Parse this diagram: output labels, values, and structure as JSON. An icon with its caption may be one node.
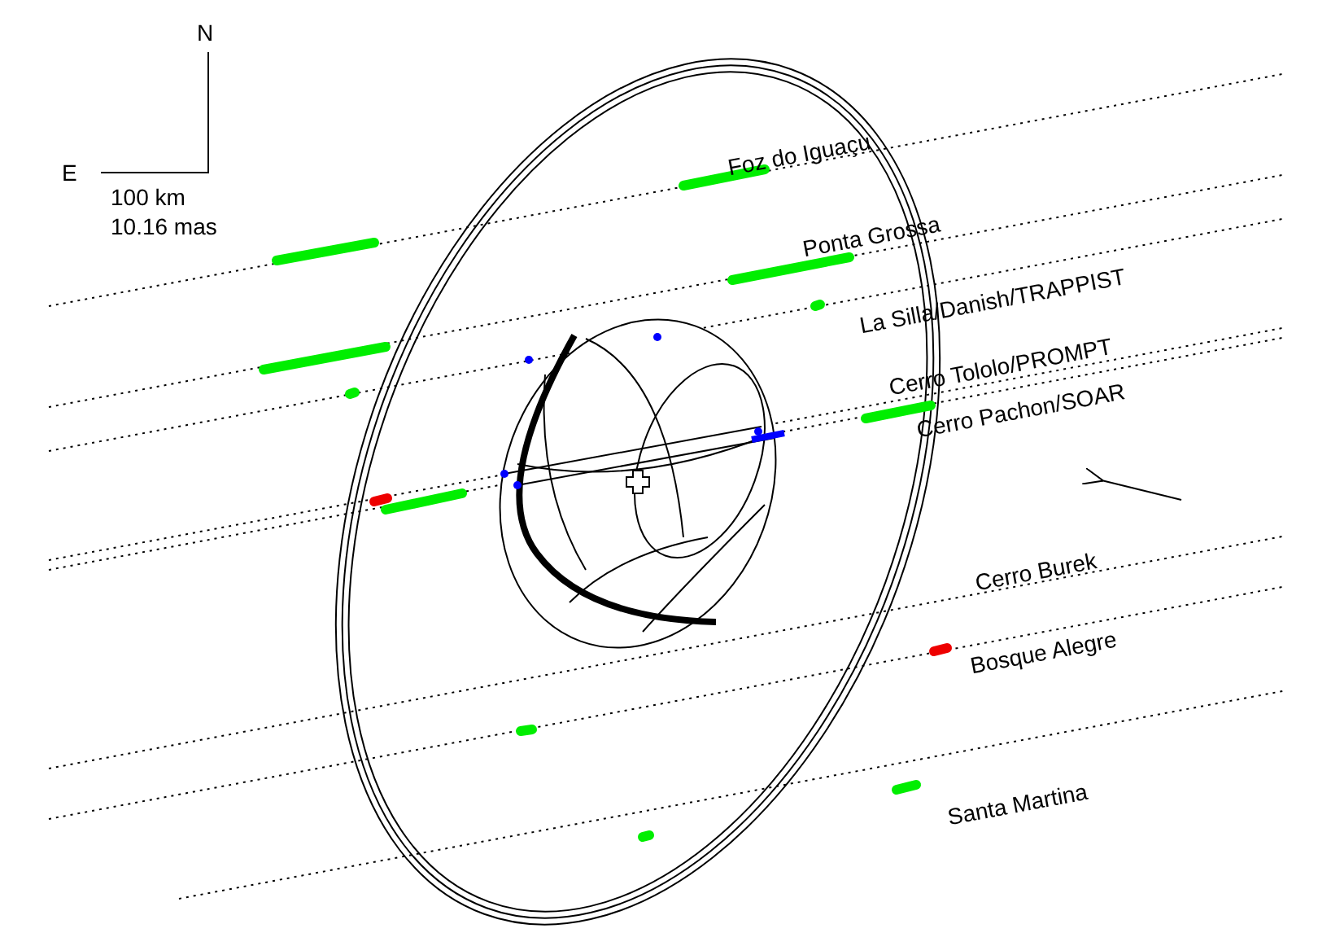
{
  "diagram": {
    "labels": [
      "N",
      "E",
      "100 km",
      "10.16 mas",
      "Foz do Iguaçu",
      "Ponta Grossa",
      "La Silla/Danish/TRAPPIST",
      "Cerro Tololo/PROMPT",
      "Cerro Pachon/SOAR",
      "Cerro Burek",
      "Bosque Alegre",
      "Santa Martina"
    ]
  }
}
